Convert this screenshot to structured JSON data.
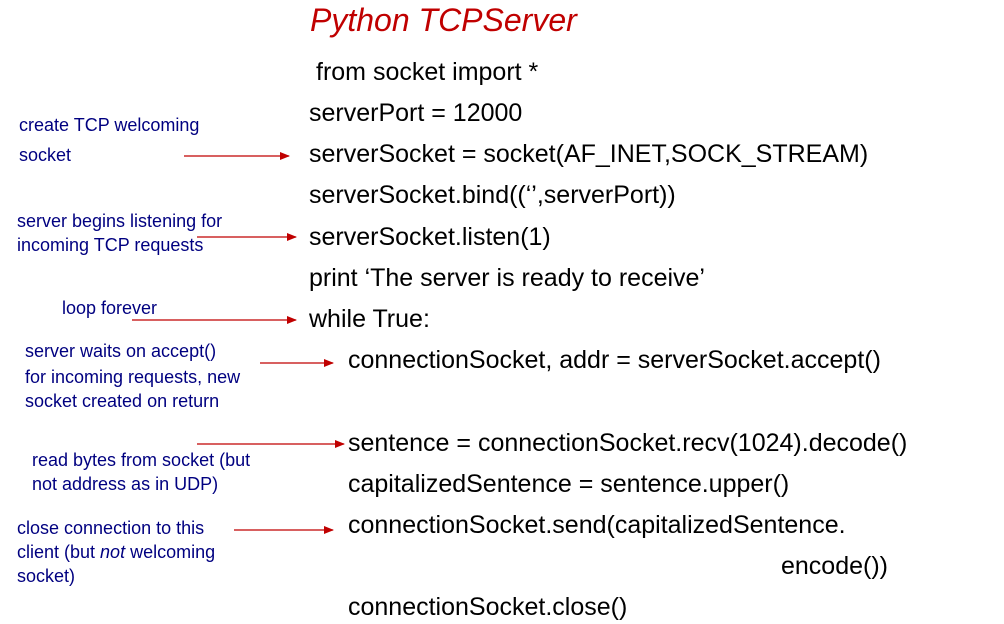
{
  "title": "Python TCPServer",
  "code": [
    "from socket import *",
    "serverPort = 12000",
    "serverSocket = socket(AF_INET,SOCK_STREAM)",
    "serverSocket.bind((‘’,serverPort))",
    "serverSocket.listen(1)",
    "print ‘The server is ready to receive’",
    "while True:",
    "connectionSocket, addr = serverSocket.accept()",
    "sentence = connectionSocket.recv(1024).decode()",
    "capitalizedSentence = sentence.upper()",
    "connectionSocket.send(capitalizedSentence.",
    "encode())",
    "connectionSocket.close()"
  ],
  "annotations": {
    "welcome_socket": [
      "create TCP welcoming",
      "socket"
    ],
    "listen": [
      "server begins listening for",
      "incoming TCP requests"
    ],
    "loop": [
      "loop forever"
    ],
    "accept": [
      "server waits on accept()",
      "for incoming requests, new",
      "socket created on return"
    ],
    "recv": [
      "read bytes from socket (but",
      "not address as in UDP)"
    ],
    "close_pre": "close connection to this",
    "close_line2_pre": "client (but ",
    "close_line2_em": "not",
    "close_line2_post": " welcoming",
    "close_line3": "socket)"
  },
  "colors": {
    "title": "#c00000",
    "annotation": "#000080",
    "arrow": "#c00000",
    "code": "#000000"
  }
}
